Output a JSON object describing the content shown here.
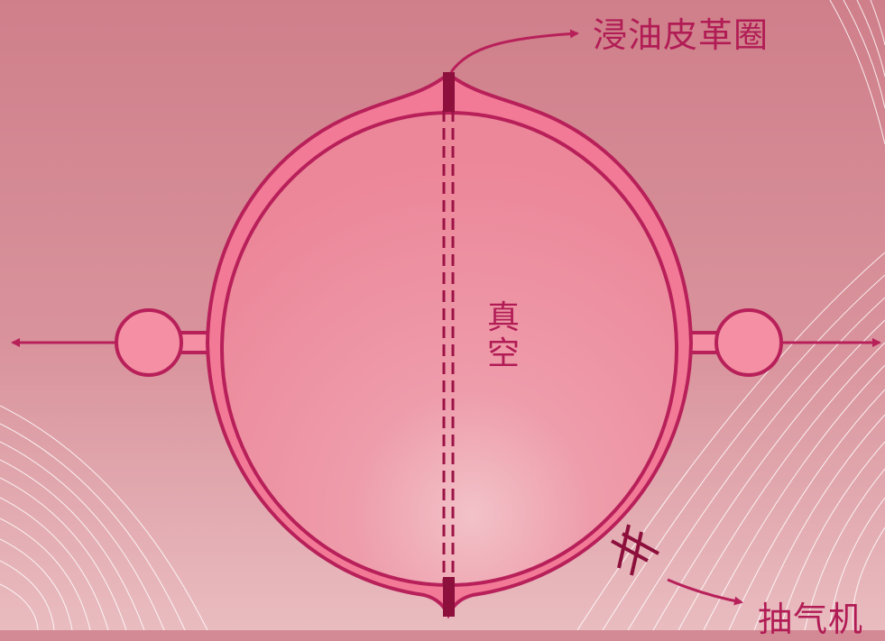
{
  "labels": {
    "leather_ring": "浸油皮革圈",
    "vacuum_line1": "真",
    "vacuum_line2": "空",
    "air_pump": "抽气机"
  },
  "colors": {
    "background_top": "#cf7f8a",
    "background_bottom": "#e6b3b8",
    "sphere_fill": "#f093a6",
    "shell_fill": "#f27a96",
    "outline": "#b8205a",
    "text": "#b11c55",
    "seal": "#8c0f3c",
    "lines": "#ffffff"
  },
  "icons": {
    "left_pull": "arrow-left-icon",
    "right_pull": "arrow-right-icon",
    "ring_pointer": "curved-arrow-icon",
    "pump_pointer": "arrow-icon",
    "valve": "valve-icon"
  }
}
